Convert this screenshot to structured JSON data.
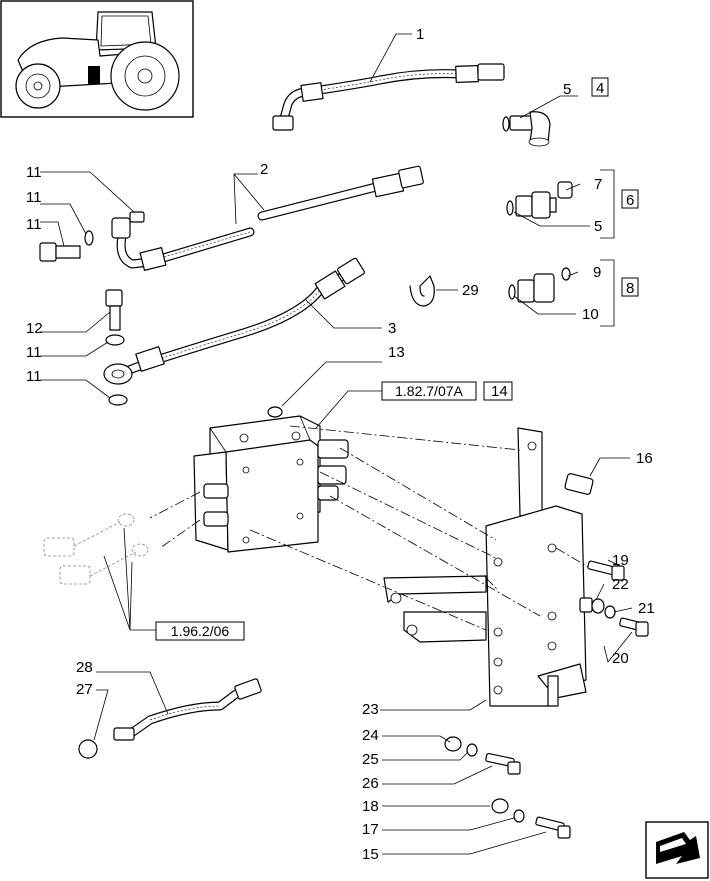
{
  "diagram": {
    "callouts": [
      "1",
      "2",
      "3",
      "4",
      "5",
      "5",
      "6",
      "7",
      "8",
      "9",
      "10",
      "11",
      "11",
      "11",
      "11",
      "11",
      "12",
      "12",
      "13",
      "14",
      "15",
      "16",
      "17",
      "18",
      "19",
      "20",
      "21",
      "22",
      "23",
      "24",
      "25",
      "26",
      "27",
      "28",
      "29"
    ],
    "references": [
      "1.82.7/07A",
      "1.96.2/06"
    ],
    "icons": [
      "tractor-thumbnail",
      "next-page-arrow-icon"
    ]
  }
}
